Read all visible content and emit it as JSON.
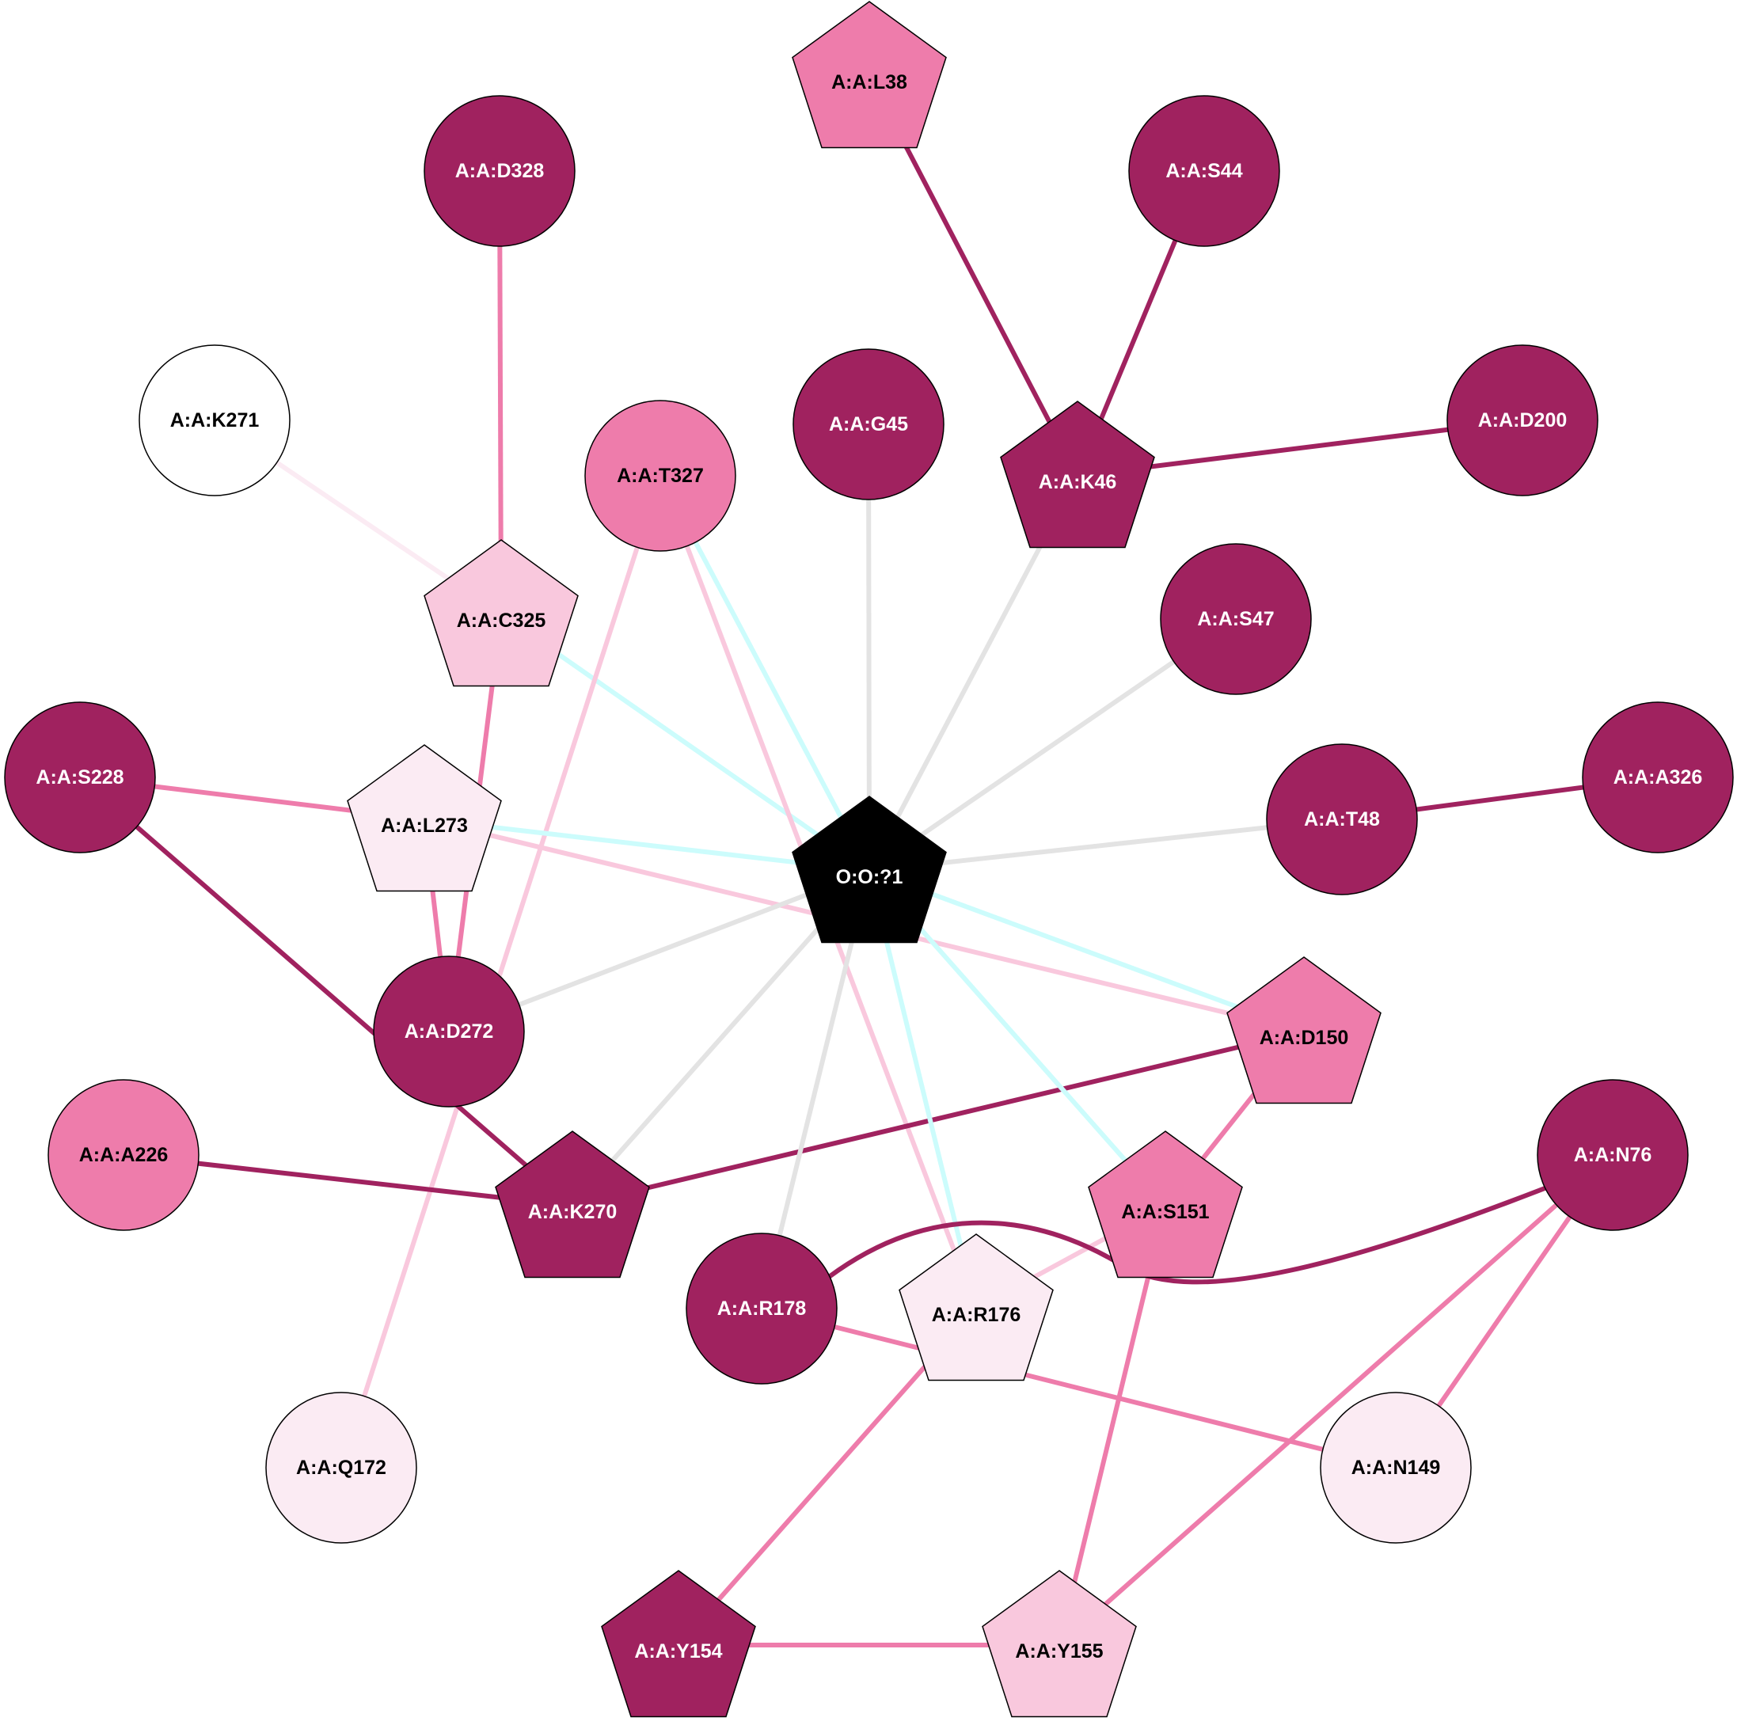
{
  "palette": {
    "dark": "#A0225F",
    "mid": "#EE7CAB",
    "light": "#F9C8DD",
    "pale": "#FBEBF3",
    "white": "#FFFFFF",
    "ligand": "#000000",
    "edge_gray": "#E3E3E3",
    "edge_cyan": "#CCFCFC",
    "edge_dark": "#A0225F",
    "edge_mid": "#EE7CAB",
    "edge_light": "#F9C8DD",
    "edge_pale": "#FBEBF3"
  },
  "nodes": [
    {
      "id": "O:O:?1",
      "shape": "pentagon",
      "color": "ligand",
      "text_color": "#FFFFFF"
    },
    {
      "id": "A:A:L38",
      "shape": "pentagon",
      "color": "mid",
      "text_color": "#000000"
    },
    {
      "id": "A:A:D328",
      "shape": "circle",
      "color": "dark",
      "text_color": "#FFFFFF"
    },
    {
      "id": "A:A:S44",
      "shape": "circle",
      "color": "dark",
      "text_color": "#FFFFFF"
    },
    {
      "id": "A:A:K271",
      "shape": "circle",
      "color": "white",
      "text_color": "#000000"
    },
    {
      "id": "A:A:T327",
      "shape": "circle",
      "color": "mid",
      "text_color": "#000000"
    },
    {
      "id": "A:A:G45",
      "shape": "circle",
      "color": "dark",
      "text_color": "#FFFFFF"
    },
    {
      "id": "A:A:K46",
      "shape": "pentagon",
      "color": "dark",
      "text_color": "#FFFFFF"
    },
    {
      "id": "A:A:D200",
      "shape": "circle",
      "color": "dark",
      "text_color": "#FFFFFF"
    },
    {
      "id": "A:A:C325",
      "shape": "pentagon",
      "color": "light",
      "text_color": "#000000"
    },
    {
      "id": "A:A:S47",
      "shape": "circle",
      "color": "dark",
      "text_color": "#FFFFFF"
    },
    {
      "id": "A:A:S228",
      "shape": "circle",
      "color": "dark",
      "text_color": "#FFFFFF"
    },
    {
      "id": "A:A:L273",
      "shape": "pentagon",
      "color": "pale",
      "text_color": "#000000"
    },
    {
      "id": "A:A:A326",
      "shape": "circle",
      "color": "dark",
      "text_color": "#FFFFFF"
    },
    {
      "id": "A:A:T48",
      "shape": "circle",
      "color": "dark",
      "text_color": "#FFFFFF"
    },
    {
      "id": "A:A:D272",
      "shape": "circle",
      "color": "dark",
      "text_color": "#FFFFFF"
    },
    {
      "id": "A:A:D150",
      "shape": "pentagon",
      "color": "mid",
      "text_color": "#000000"
    },
    {
      "id": "A:A:A226",
      "shape": "circle",
      "color": "mid",
      "text_color": "#000000"
    },
    {
      "id": "A:A:N76",
      "shape": "circle",
      "color": "dark",
      "text_color": "#FFFFFF"
    },
    {
      "id": "A:A:K270",
      "shape": "pentagon",
      "color": "dark",
      "text_color": "#FFFFFF"
    },
    {
      "id": "A:A:S151",
      "shape": "pentagon",
      "color": "mid",
      "text_color": "#000000"
    },
    {
      "id": "A:A:R178",
      "shape": "circle",
      "color": "dark",
      "text_color": "#FFFFFF"
    },
    {
      "id": "A:A:R176",
      "shape": "pentagon",
      "color": "pale",
      "text_color": "#000000"
    },
    {
      "id": "A:A:Q172",
      "shape": "circle",
      "color": "pale",
      "text_color": "#000000"
    },
    {
      "id": "A:A:N149",
      "shape": "circle",
      "color": "pale",
      "text_color": "#000000"
    },
    {
      "id": "A:A:Y154",
      "shape": "pentagon",
      "color": "dark",
      "text_color": "#FFFFFF"
    },
    {
      "id": "A:A:Y155",
      "shape": "pentagon",
      "color": "light",
      "text_color": "#000000"
    }
  ],
  "edges": [
    {
      "source": "A:A:K271",
      "target": "A:A:C325",
      "color": "edge_pale"
    },
    {
      "source": "A:A:D328",
      "target": "A:A:C325",
      "color": "edge_mid"
    },
    {
      "source": "A:A:C325",
      "target": "A:A:D272",
      "color": "edge_mid"
    },
    {
      "source": "A:A:C325",
      "target": "O:O:?1",
      "color": "edge_cyan"
    },
    {
      "source": "A:A:T327",
      "target": "O:O:?1",
      "color": "edge_cyan"
    },
    {
      "source": "A:A:T327",
      "target": "A:A:R176",
      "color": "edge_light"
    },
    {
      "source": "A:A:T327",
      "target": "A:A:Q172",
      "color": "edge_light"
    },
    {
      "source": "A:A:G45",
      "target": "O:O:?1",
      "color": "edge_gray"
    },
    {
      "source": "A:A:K46",
      "target": "O:O:?1",
      "color": "edge_gray"
    },
    {
      "source": "A:A:L38",
      "target": "A:A:K46",
      "color": "edge_dark"
    },
    {
      "source": "A:A:S44",
      "target": "A:A:K46",
      "color": "edge_dark"
    },
    {
      "source": "A:A:K46",
      "target": "A:A:D200",
      "color": "edge_dark"
    },
    {
      "source": "A:A:S47",
      "target": "O:O:?1",
      "color": "edge_gray"
    },
    {
      "source": "A:A:T48",
      "target": "O:O:?1",
      "color": "edge_gray"
    },
    {
      "source": "A:A:T48",
      "target": "A:A:A326",
      "color": "edge_dark"
    },
    {
      "source": "A:A:S228",
      "target": "A:A:L273",
      "color": "edge_mid"
    },
    {
      "source": "A:A:S228",
      "target": "A:A:K270",
      "color": "edge_dark"
    },
    {
      "source": "A:A:L273",
      "target": "O:O:?1",
      "color": "edge_cyan"
    },
    {
      "source": "A:A:L273",
      "target": "A:A:D272",
      "color": "edge_mid"
    },
    {
      "source": "A:A:L273",
      "target": "A:A:D150",
      "color": "edge_light"
    },
    {
      "source": "A:A:D272",
      "target": "O:O:?1",
      "color": "edge_gray"
    },
    {
      "source": "A:A:K270",
      "target": "O:O:?1",
      "color": "edge_gray"
    },
    {
      "source": "A:A:A226",
      "target": "A:A:K270",
      "color": "edge_dark"
    },
    {
      "source": "A:A:K270",
      "target": "A:A:D150",
      "color": "edge_dark"
    },
    {
      "source": "A:A:D150",
      "target": "O:O:?1",
      "color": "edge_cyan"
    },
    {
      "source": "A:A:D150",
      "target": "A:A:S151",
      "color": "edge_mid"
    },
    {
      "source": "A:A:S151",
      "target": "O:O:?1",
      "color": "edge_cyan"
    },
    {
      "source": "A:A:S151",
      "target": "A:A:R176",
      "color": "edge_light"
    },
    {
      "source": "A:A:S151",
      "target": "A:A:Y155",
      "color": "edge_mid"
    },
    {
      "source": "A:A:R176",
      "target": "O:O:?1",
      "color": "edge_cyan"
    },
    {
      "source": "A:A:R176",
      "target": "A:A:Y154",
      "color": "edge_mid"
    },
    {
      "source": "A:A:R178",
      "target": "O:O:?1",
      "color": "edge_gray"
    },
    {
      "source": "A:A:R178",
      "target": "A:A:N76",
      "color": "edge_dark",
      "curved": true
    },
    {
      "source": "A:A:R178",
      "target": "A:A:N149",
      "color": "edge_mid"
    },
    {
      "source": "A:A:N76",
      "target": "A:A:N149",
      "color": "edge_mid"
    },
    {
      "source": "A:A:N76",
      "target": "A:A:Y155",
      "color": "edge_mid"
    },
    {
      "source": "A:A:Y154",
      "target": "A:A:Y155",
      "color": "edge_mid"
    }
  ]
}
